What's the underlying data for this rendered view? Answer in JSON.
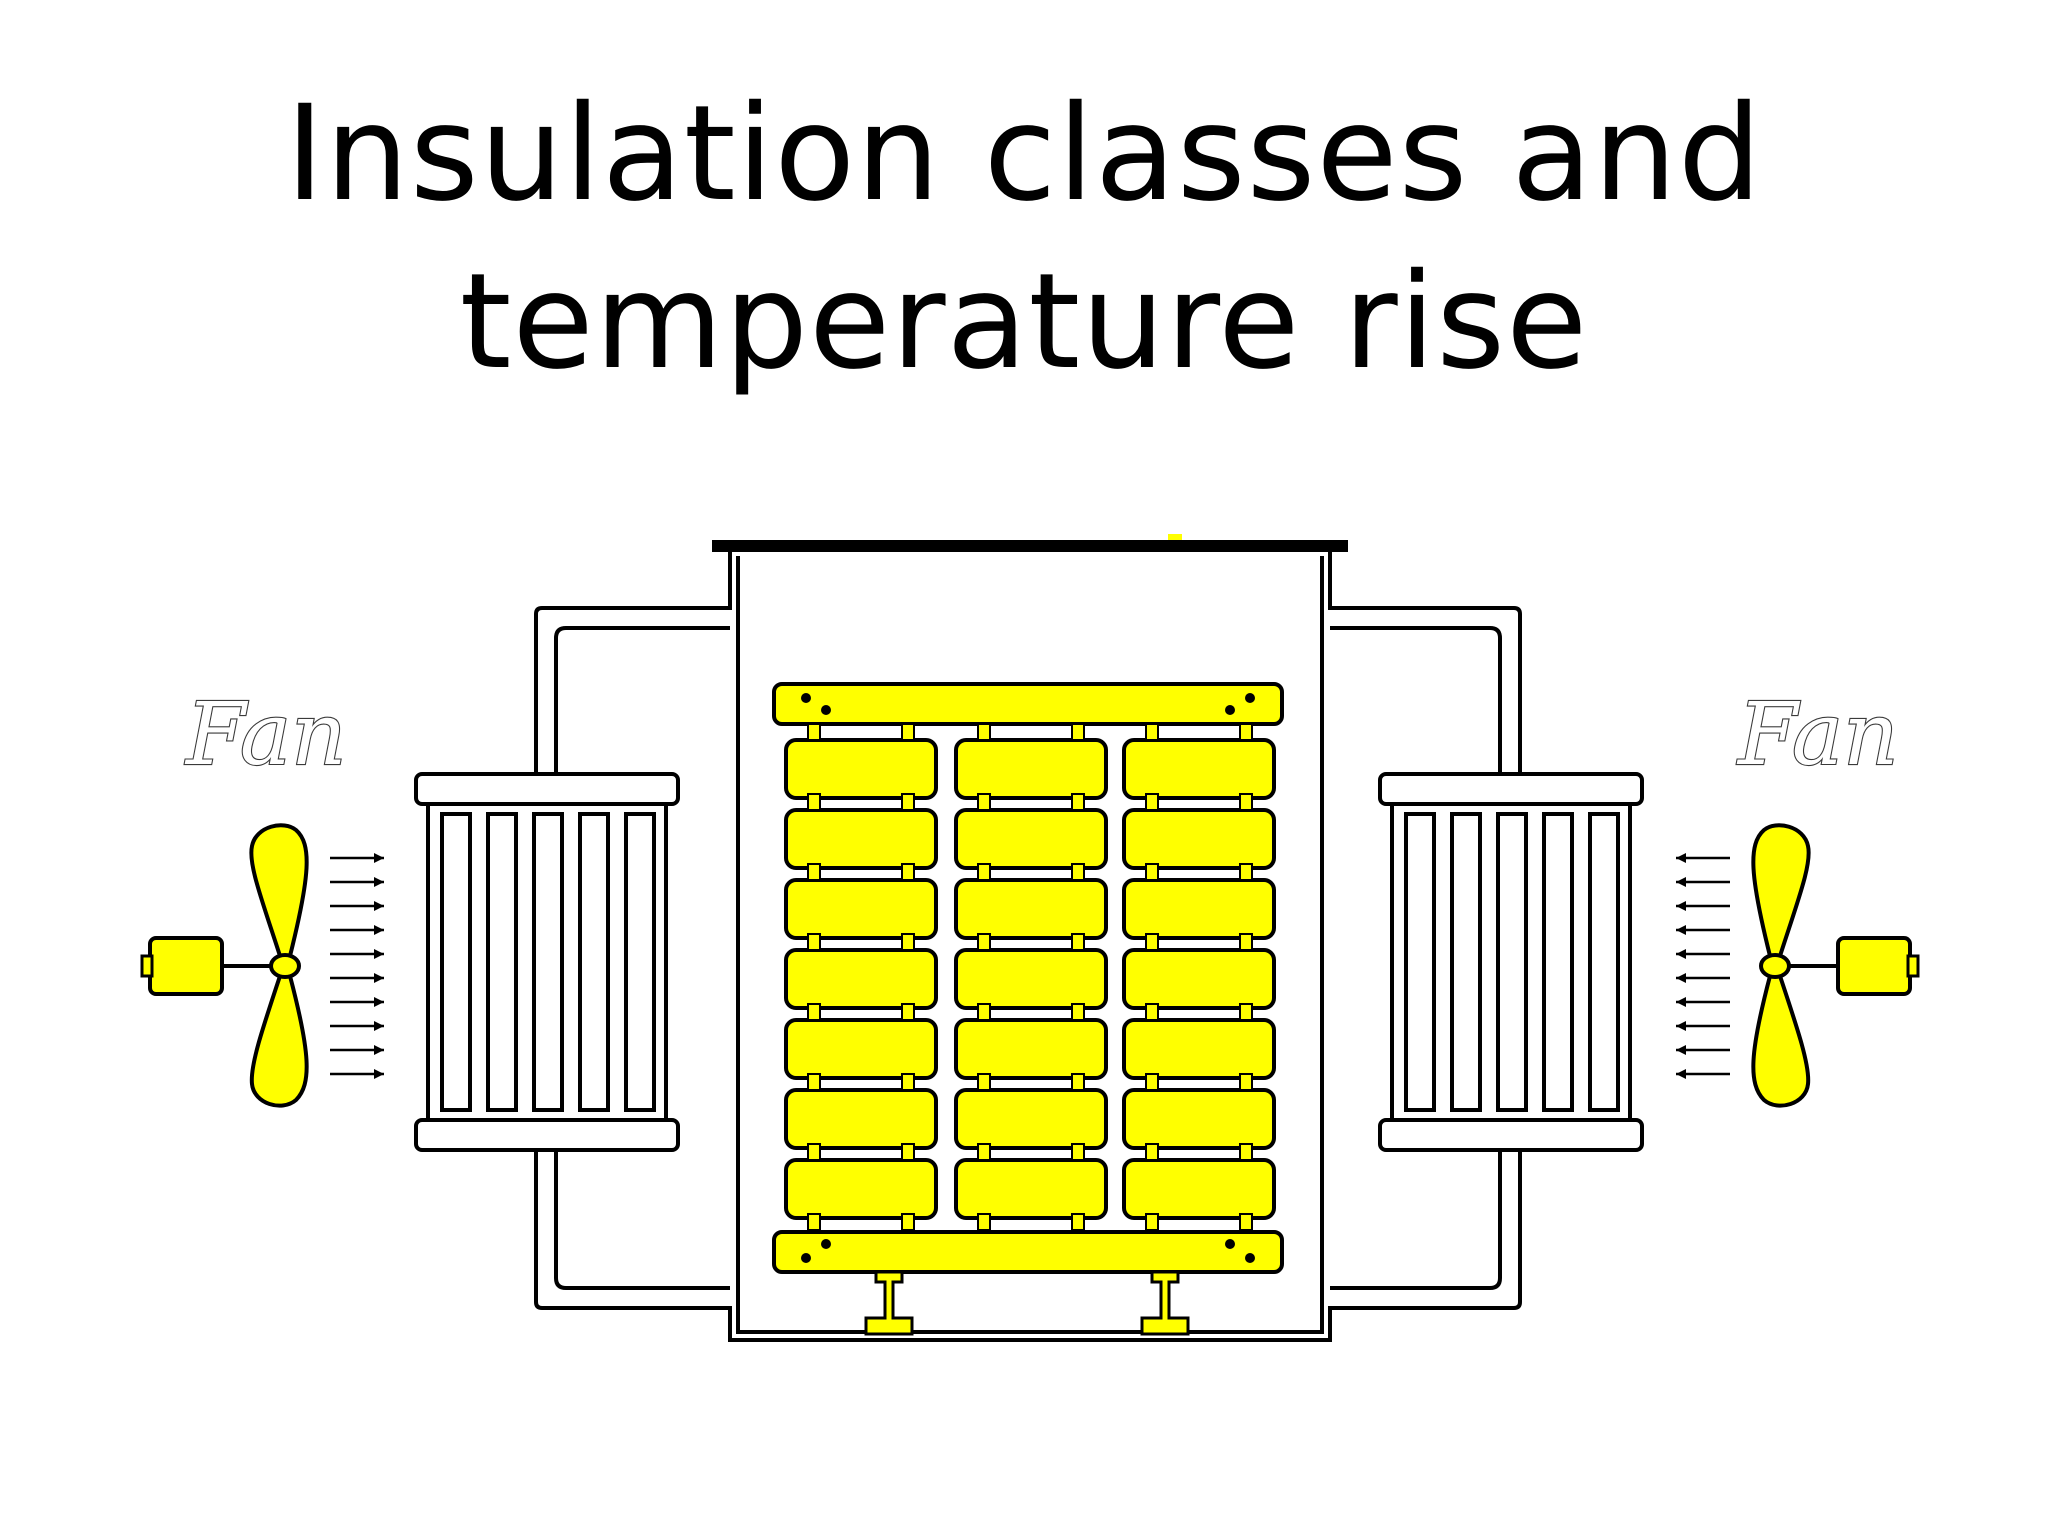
{
  "title": {
    "line1": "Insulation classes and",
    "line2": "temperature rise"
  },
  "diagram": {
    "left_fan_label": "Fan",
    "right_fan_label": "Fan",
    "airflow_left_direction": "right",
    "airflow_right_direction": "left",
    "coil_grid": {
      "rows": 7,
      "columns": 3
    },
    "colors": {
      "coil_fill": "#ffff00",
      "outline": "#000000",
      "background": "#ffffff"
    }
  }
}
